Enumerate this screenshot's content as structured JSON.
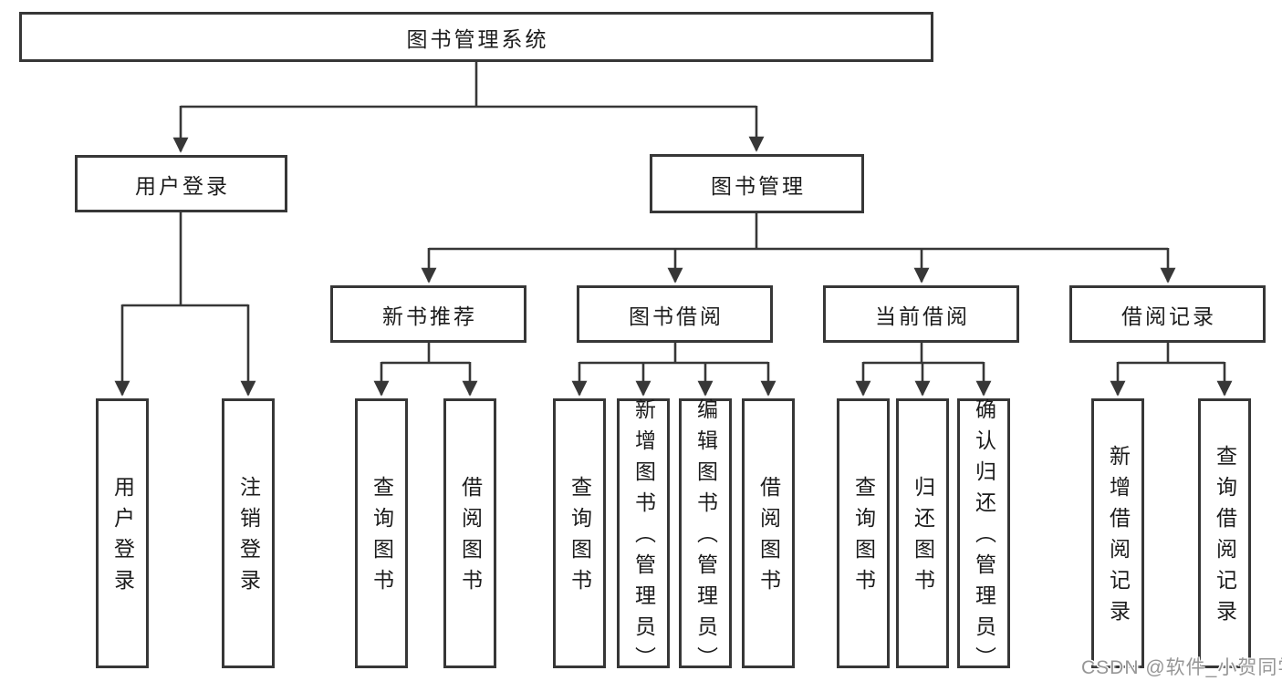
{
  "diagram": {
    "root": {
      "label": "图书管理系统"
    },
    "branches": [
      {
        "label": "用户登录",
        "children": [
          "用户登录",
          "注销登录"
        ]
      },
      {
        "label": "图书管理",
        "sub": [
          {
            "label": "新书推荐",
            "children": [
              "查询图书",
              "借阅图书"
            ]
          },
          {
            "label": "图书借阅",
            "children": [
              "查询图书",
              "新增图书（管理员）",
              "编辑图书（管理员）",
              "借阅图书"
            ]
          },
          {
            "label": "当前借阅",
            "children": [
              "查询图书",
              "归还图书",
              "确认归还（管理员）"
            ]
          },
          {
            "label": "借阅记录",
            "children": [
              "新增借阅记录",
              "查询借阅记录"
            ]
          }
        ]
      }
    ]
  },
  "watermark": "CSDN @软件_小贺同学",
  "colors": {
    "line": "#373737",
    "box_border": "#373737",
    "text": "#1c1c1c",
    "background": "#ffffff",
    "watermark": "#969696"
  }
}
